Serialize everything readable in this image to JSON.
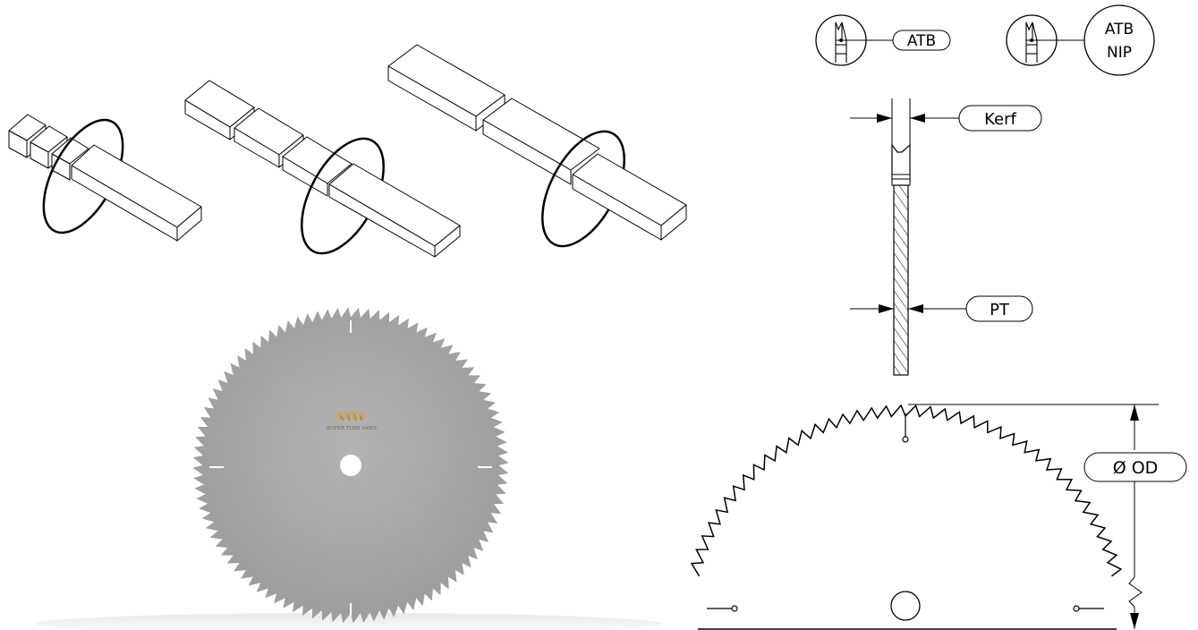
{
  "callouts": {
    "atb": "ATB",
    "atb_nip_line1": "ATB",
    "atb_nip_line2": "NIP",
    "kerf": "Kerf",
    "pt": "PT",
    "od": "Ø OD"
  },
  "blade_logo": {
    "brand": "SUPER THIN SAWS"
  },
  "colors": {
    "blade_fill": "#a9a9a9",
    "line": "#000000",
    "background": "#ffffff"
  },
  "illustrations": {
    "cut_sequences": 3,
    "blade_render_teeth": 96,
    "half_blade_teeth": 48
  }
}
